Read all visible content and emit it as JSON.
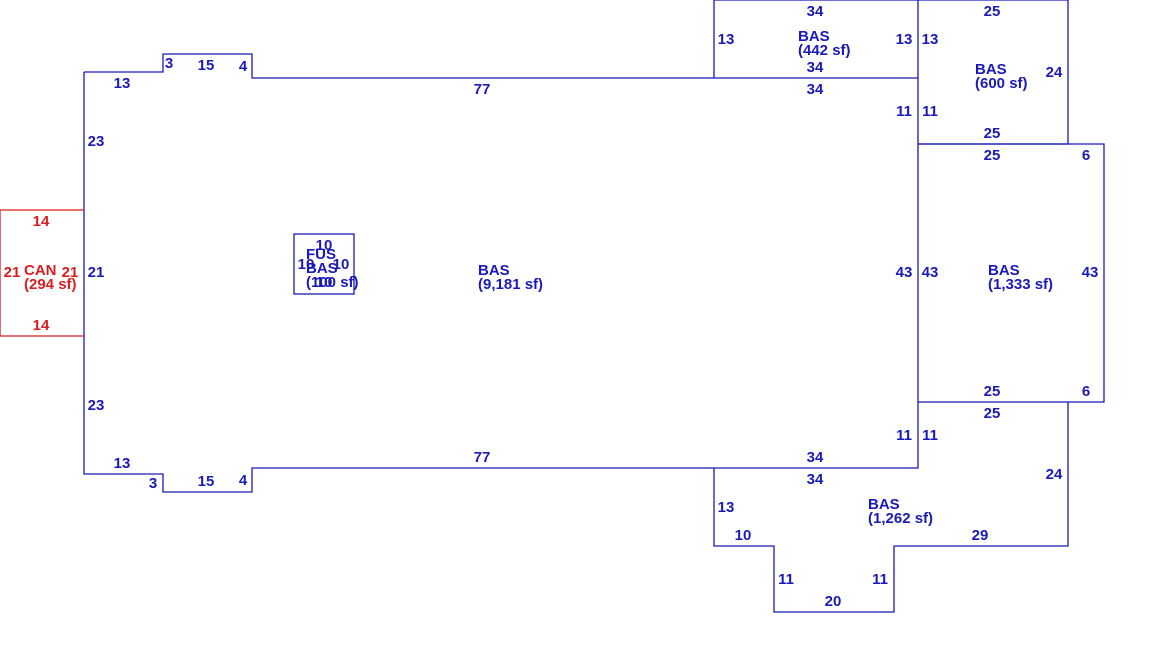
{
  "colors": {
    "building": "#1a1ab8",
    "canopy": "#d81e1e",
    "background": "#ffffff"
  },
  "areas": {
    "main": {
      "code": "BAS",
      "area": "(9,181 sf)"
    },
    "top_middle": {
      "code": "BAS",
      "area": "(442 sf)"
    },
    "top_right": {
      "code": "BAS",
      "area": "(600 sf)"
    },
    "right": {
      "code": "BAS",
      "area": "(1,333 sf)"
    },
    "bottom": {
      "code": "BAS",
      "area": "(1,262 sf)"
    },
    "canopy": {
      "code": "CAN",
      "area": "(294 sf)"
    },
    "small_fus": {
      "code": "FUS",
      "area": "(100 sf)"
    },
    "small_bas": {
      "code": "BAS"
    }
  },
  "dimensions": {
    "main_top": "77",
    "main_bottom": "77",
    "main_left": "21",
    "left_upper": "23",
    "left_lower": "23",
    "upper_step_13": "13",
    "upper_step_3": "3",
    "upper_step_15": "15",
    "upper_step_4": "4",
    "lower_step_13": "13",
    "lower_step_3": "3",
    "lower_step_15": "15",
    "lower_step_4": "4",
    "main_right_upper": "11",
    "main_right_mid": "43",
    "main_right_lower": "11",
    "main_top_right_34": "34",
    "main_bottom_right_34": "34",
    "tm_top": "34",
    "tm_bottom": "34",
    "tm_left": "13",
    "tm_right": "13",
    "tr_top": "25",
    "tr_bottom": "25",
    "tr_left_upper": "13",
    "tr_left_lower": "11",
    "tr_right": "24",
    "r_top": "25",
    "r_bottom": "25",
    "r_left": "43",
    "r_right": "43",
    "r_top_6": "6",
    "r_bottom_6": "6",
    "b_top_25": "25",
    "b_left_11": "11",
    "b_right": "24",
    "b_top_34": "34",
    "b_left_13": "13",
    "b_10": "10",
    "b_29": "29",
    "b_11_left": "11",
    "b_11_right": "11",
    "b_20": "20",
    "can_top": "14",
    "can_bottom": "14",
    "can_left": "21",
    "can_right": "21",
    "small_top": "10",
    "small_bottom": "10",
    "small_left": "10",
    "small_right": "10"
  }
}
